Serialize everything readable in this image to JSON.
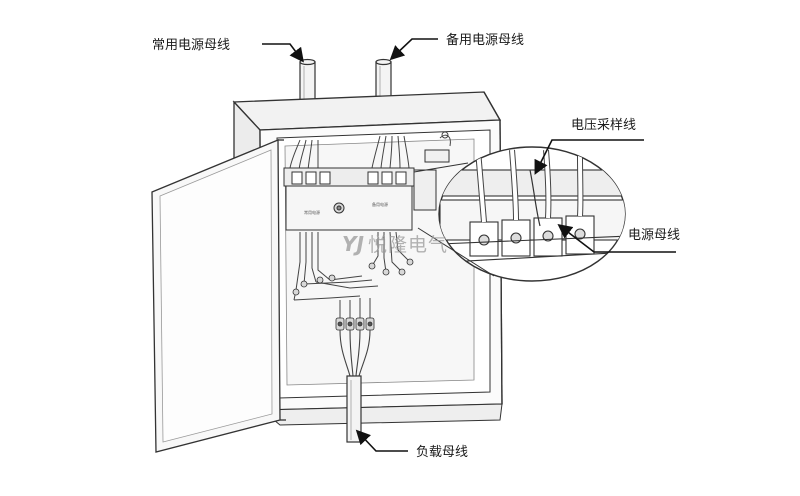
{
  "diagram": {
    "labels": {
      "normal_supply_bus": "常用电源母线",
      "backup_supply_bus": "备用电源母线",
      "voltage_sampling_line": "电压采样线",
      "power_bus": "电源母线",
      "load_bus": "负载母线"
    },
    "device": {
      "left_marking": "常用电源",
      "right_marking": "备用电源"
    },
    "watermark": {
      "logo": "YJ",
      "text": "悦隆电气"
    }
  }
}
